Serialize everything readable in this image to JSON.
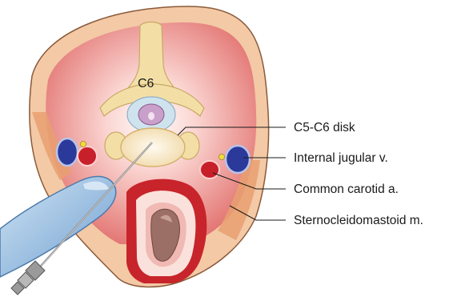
{
  "figure": {
    "vertebral_level": "C6",
    "labels": [
      {
        "id": "disk",
        "text": "C5-C6 disk"
      },
      {
        "id": "jugular",
        "text": "Internal jugular v."
      },
      {
        "id": "carotid",
        "text": "Common carotid a."
      },
      {
        "id": "scm",
        "text": "Sternocleidomastoid m."
      }
    ]
  },
  "colors": {
    "skin": "#f3c9a6",
    "muscle": "#e88b86",
    "bone": "#f3dfa6",
    "artery": "#c8202a",
    "vein": "#2b3a9a",
    "glove": "#8fb8dc",
    "needle": "#8c8c8c"
  }
}
